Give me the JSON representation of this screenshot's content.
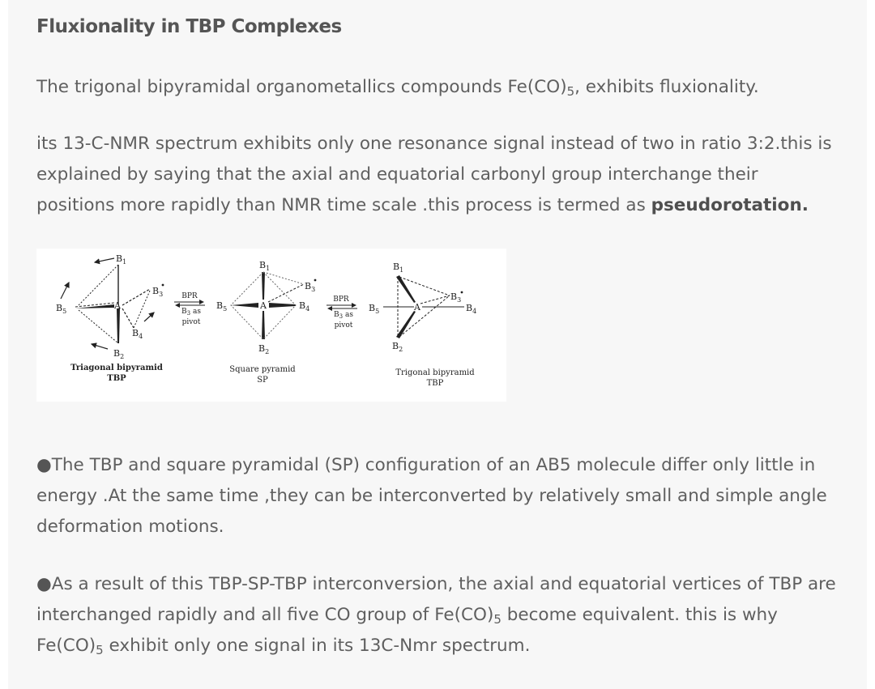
{
  "article": {
    "heading": "Fluxionality in TBP Complexes",
    "para1": {
      "before": "The trigonal bipyramidal organometallics compounds Fe(CO)",
      "sub": "5",
      "after": ", exhibits fluxionality."
    },
    "para2": {
      "text": "its 13-C-NMR spectrum exhibits only one resonance signal instead of two in ratio 3:2.this is explained by saying that the axial and equatorial carbonyl group interchange their positions more rapidly than NMR time scale .this process is termed as ",
      "bold": "pseudorotation."
    },
    "bullet_glyph": "●",
    "para3": "The TBP and square pyramidal (SP) configuration of an AB5 molecule differ only little in energy .At the same time ,they can be interconverted by relatively small and simple angle deformation motions.",
    "para4": {
      "part1": "As a result of this TBP-SP-TBP interconversion, the axial and equatorial vertices of TBP are interchanged rapidly and all five CO group of Fe(CO)",
      "sub1": "5",
      "part2": " become equivalent. this is why Fe(CO)",
      "sub2": "5",
      "part3": " exhibit only one signal in its 13C-Nmr spectrum."
    }
  },
  "figure": {
    "left": {
      "B1": "B",
      "B1sub": "1",
      "B2": "B",
      "B2sub": "2",
      "B3": "B",
      "B3sub": "3",
      "B4": "B",
      "B4sub": "4",
      "B5": "B",
      "B5sub": "5",
      "A": "A",
      "caption1": "Triagonal bipyramid",
      "caption2": "TBP"
    },
    "arrow1": {
      "label": "BPR",
      "sub1": "B",
      "sub1n": "3",
      "sub2": "as",
      "sub3": "pivot"
    },
    "middle": {
      "caption1": "Square pyramid",
      "caption2": "SP"
    },
    "arrow2": {
      "label": "BPR",
      "sub1": "B",
      "sub1n": "3",
      "sub2": "as",
      "sub3": "pivot"
    },
    "right": {
      "caption1": "Trigonal bipyramid",
      "caption2": "TBP"
    }
  }
}
